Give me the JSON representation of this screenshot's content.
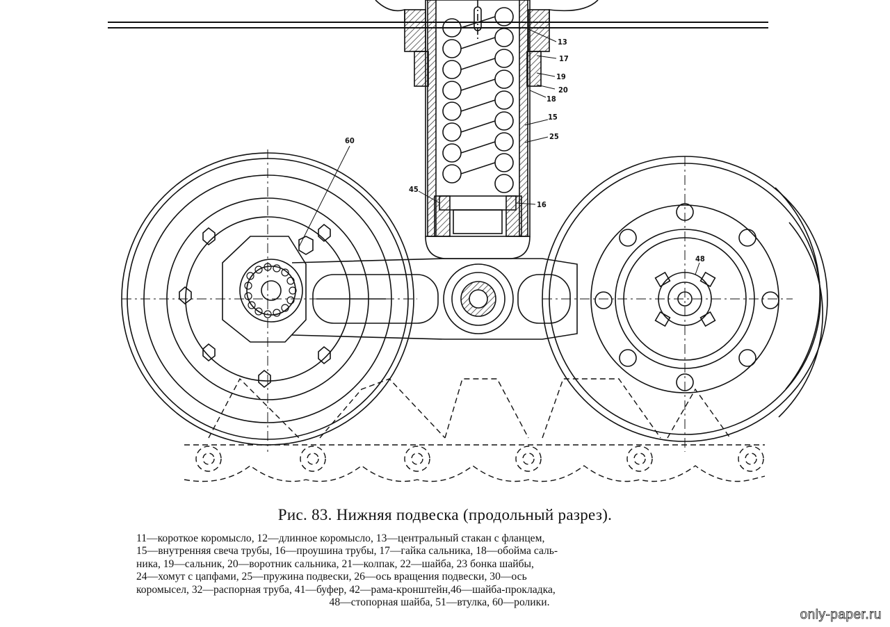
{
  "figure": {
    "caption": "Рис. 83. Нижняя подвеска (продольный разрез).",
    "callouts": [
      "60",
      "13",
      "17",
      "19",
      "20",
      "18",
      "15",
      "25",
      "45",
      "16",
      "48"
    ]
  },
  "legend_lines": [
    "11—короткое коромысло, 12—длинное коромысло, 13—центральный стакан с фланцем,",
    "15—внутренняя свеча трубы, 16—проушина трубы, 17—гайка сальника, 18—обойма саль-",
    "ника, 19—сальник, 20—воротник сальника, 21—колпак, 22—шайба, 23 бонка шайбы,",
    "24—хомут с цапфами, 25—пружина подвески, 26—ось вращения подвески, 30—ось",
    "коромысел, 32—распорная труба, 41—буфер, 42—рама-кронштейн,46—шайба-прокладка,",
    "48—стопорная шайба, 51—втулка, 60—ролики."
  ],
  "watermark": "only-paper.ru"
}
